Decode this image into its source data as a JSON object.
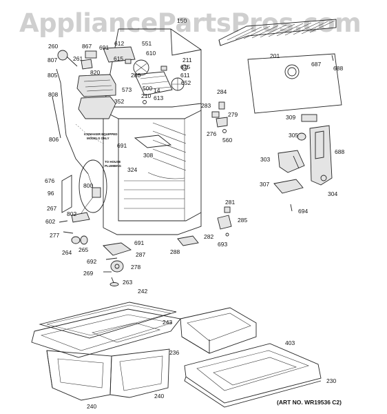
{
  "watermark": "AppliancePartsPros.com",
  "art_number": "(ART NO. WR19536 C2)",
  "notes": {
    "icemaker_line1": "ICEMAKER EQUIPPED",
    "icemaker_line2": "MODELS ONLY",
    "house_plumbing_line1": "TO HOUSE",
    "house_plumbing_line2": "PLUMBING"
  },
  "callouts": [
    {
      "id": "c-150",
      "label": "150"
    },
    {
      "id": "c-260",
      "label": "260"
    },
    {
      "id": "c-867",
      "label": "867"
    },
    {
      "id": "c-691a",
      "label": "691"
    },
    {
      "id": "c-612",
      "label": "612"
    },
    {
      "id": "c-551",
      "label": "551"
    },
    {
      "id": "c-610",
      "label": "610"
    },
    {
      "id": "c-807",
      "label": "807"
    },
    {
      "id": "c-261",
      "label": "261"
    },
    {
      "id": "c-615a",
      "label": "615"
    },
    {
      "id": "c-211",
      "label": "211"
    },
    {
      "id": "c-820",
      "label": "820"
    },
    {
      "id": "c-615b",
      "label": "615"
    },
    {
      "id": "c-805",
      "label": "805"
    },
    {
      "id": "c-280",
      "label": "280"
    },
    {
      "id": "c-611",
      "label": "611"
    },
    {
      "id": "c-573",
      "label": "573"
    },
    {
      "id": "c-500",
      "label": "500"
    },
    {
      "id": "c-652",
      "label": "652"
    },
    {
      "id": "c-14",
      "label": "14"
    },
    {
      "id": "c-613",
      "label": "613"
    },
    {
      "id": "c-808",
      "label": "808"
    },
    {
      "id": "c-352",
      "label": "352"
    },
    {
      "id": "c-210",
      "label": "210"
    },
    {
      "id": "c-284",
      "label": "284"
    },
    {
      "id": "c-283",
      "label": "283"
    },
    {
      "id": "c-279",
      "label": "279"
    },
    {
      "id": "c-276",
      "label": "276"
    },
    {
      "id": "c-560",
      "label": "560"
    },
    {
      "id": "c-806",
      "label": "806"
    },
    {
      "id": "c-691b",
      "label": "691"
    },
    {
      "id": "c-308",
      "label": "308"
    },
    {
      "id": "c-324",
      "label": "324"
    },
    {
      "id": "c-201",
      "label": "201"
    },
    {
      "id": "c-687",
      "label": "687"
    },
    {
      "id": "c-688a",
      "label": "688"
    },
    {
      "id": "c-309",
      "label": "309"
    },
    {
      "id": "c-305",
      "label": "305"
    },
    {
      "id": "c-688b",
      "label": "688"
    },
    {
      "id": "c-303",
      "label": "303"
    },
    {
      "id": "c-307",
      "label": "307"
    },
    {
      "id": "c-304",
      "label": "304"
    },
    {
      "id": "c-694",
      "label": "694"
    },
    {
      "id": "c-676",
      "label": "676"
    },
    {
      "id": "c-96",
      "label": "96"
    },
    {
      "id": "c-800",
      "label": "800"
    },
    {
      "id": "c-267",
      "label": "267"
    },
    {
      "id": "c-802",
      "label": "802"
    },
    {
      "id": "c-602",
      "label": "602"
    },
    {
      "id": "c-277",
      "label": "277"
    },
    {
      "id": "c-264",
      "label": "264"
    },
    {
      "id": "c-265",
      "label": "265"
    },
    {
      "id": "c-691c",
      "label": "691"
    },
    {
      "id": "c-287",
      "label": "287"
    },
    {
      "id": "c-288",
      "label": "288"
    },
    {
      "id": "c-281",
      "label": "281"
    },
    {
      "id": "c-285",
      "label": "285"
    },
    {
      "id": "c-282",
      "label": "282"
    },
    {
      "id": "c-693",
      "label": "693"
    },
    {
      "id": "c-692",
      "label": "692"
    },
    {
      "id": "c-278",
      "label": "278"
    },
    {
      "id": "c-269",
      "label": "269"
    },
    {
      "id": "c-263",
      "label": "263"
    },
    {
      "id": "c-242",
      "label": "242"
    },
    {
      "id": "c-243",
      "label": "243"
    },
    {
      "id": "c-236",
      "label": "236"
    },
    {
      "id": "c-403",
      "label": "403"
    },
    {
      "id": "c-230",
      "label": "230"
    },
    {
      "id": "c-240a",
      "label": "240"
    },
    {
      "id": "c-240b",
      "label": "240"
    }
  ]
}
